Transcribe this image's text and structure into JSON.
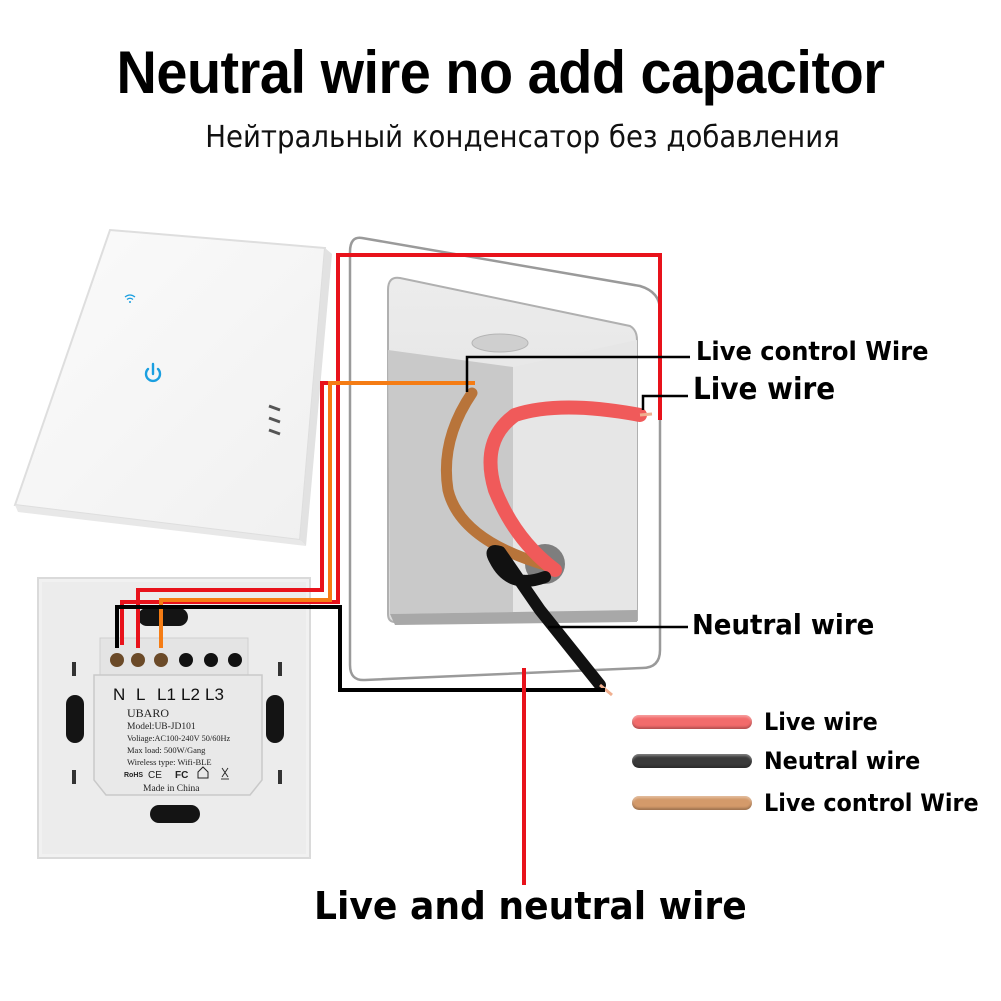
{
  "header": {
    "title": "Neutral wire no add capacitor",
    "subtitle": "Нейтральный конденсатор без добавления"
  },
  "callouts": {
    "live_control": "Live control Wire",
    "live": "Live wire",
    "neutral": "Neutral wire",
    "bottom": "Live and neutral wire"
  },
  "legend": [
    {
      "label": "Live wire",
      "color": "#f26b6b"
    },
    {
      "label": "Neutral wire",
      "color": "#3a3a3a"
    },
    {
      "label": "Live control Wire",
      "color": "#d49a6a"
    }
  ],
  "colors": {
    "red_line": "#e8121b",
    "orange_line": "#f57c14",
    "black_line": "#000000",
    "brown_wire": "#b8743a",
    "live_wire": "#f05a5a",
    "neutral_wire": "#111111",
    "icon_blue": "#1a9fe0"
  },
  "switch_front": {
    "icons": [
      "wifi-icon",
      "power-icon"
    ]
  },
  "switch_back": {
    "terminals": [
      "N",
      "L",
      "L1",
      "L2",
      "L3"
    ],
    "brand": "UBARO",
    "model": "Model:UB-JD101",
    "voltage": "Voliage:AC100-240V 50/60Hz",
    "max_load": "Max load:  500W/Gang",
    "wireless": "Wireless type: Wifi-BLE",
    "certs": [
      "RoHS",
      "CE",
      "FC"
    ],
    "origin": "Made in China"
  }
}
